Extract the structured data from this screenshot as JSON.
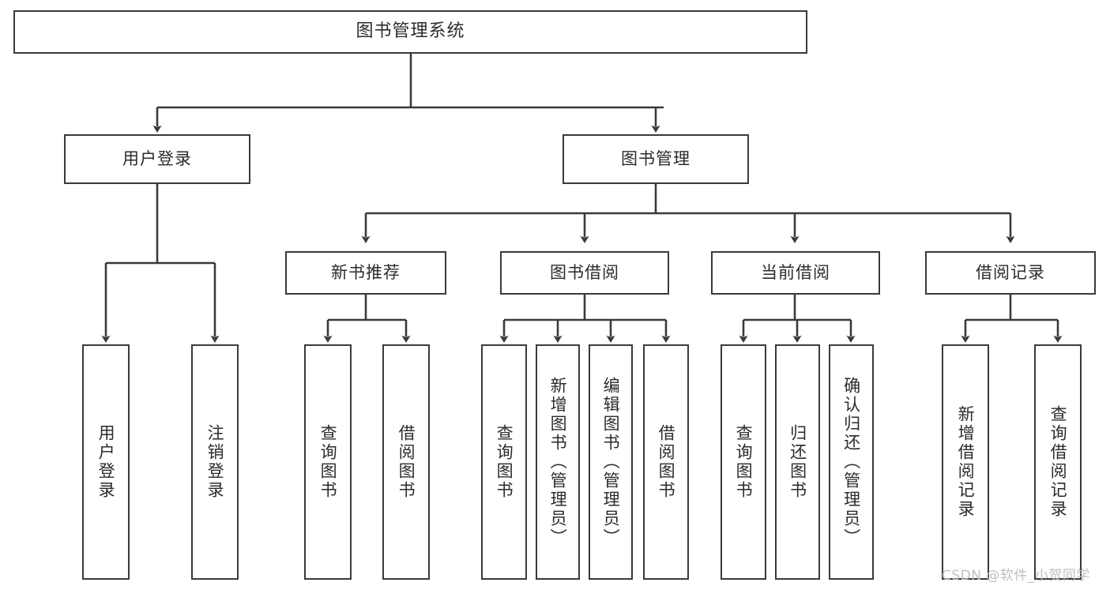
{
  "diagram": {
    "type": "tree-hierarchy",
    "title": "图书管理系统",
    "watermark": "CSDN @软件_小贺同学",
    "colors": {
      "stroke": "#3a3a3a",
      "fill": "#ffffff",
      "text": "#2b2b2b",
      "watermark": "#bfbfbf"
    },
    "nodes": {
      "root": {
        "label": "图书管理系统",
        "level": 1
      },
      "user_login": {
        "label": "用户登录",
        "level": 2
      },
      "book_manage": {
        "label": "图书管理",
        "level": 2
      },
      "new_book_rec": {
        "label": "新书推荐",
        "level": 3
      },
      "book_borrow": {
        "label": "图书借阅",
        "level": 3
      },
      "current_borrow": {
        "label": "当前借阅",
        "level": 3
      },
      "borrow_record": {
        "label": "借阅记录",
        "level": 3
      },
      "leaf_user_login": {
        "label": "用户登录",
        "level": 4
      },
      "leaf_logout": {
        "label": "注销登录",
        "level": 4
      },
      "leaf_query_book_1": {
        "label": "查询图书",
        "level": 4
      },
      "leaf_borrow_book_1": {
        "label": "借阅图书",
        "level": 4
      },
      "leaf_query_book_2": {
        "label": "查询图书",
        "level": 4
      },
      "leaf_add_book": {
        "label": "新增图书（管理员）",
        "level": 4
      },
      "leaf_edit_book": {
        "label": "编辑图书（管理员）",
        "level": 4
      },
      "leaf_borrow_book_2": {
        "label": "借阅图书",
        "level": 4
      },
      "leaf_query_book_3": {
        "label": "查询图书",
        "level": 4
      },
      "leaf_return_book": {
        "label": "归还图书",
        "level": 4
      },
      "leaf_confirm_return": {
        "label": "确认归还（管理员）",
        "level": 4
      },
      "leaf_add_record": {
        "label": "新增借阅记录",
        "level": 4
      },
      "leaf_query_record": {
        "label": "查询借阅记录",
        "level": 4
      }
    },
    "edges": [
      {
        "from": "root",
        "to": "user_login"
      },
      {
        "from": "root",
        "to": "book_manage"
      },
      {
        "from": "user_login",
        "to": "leaf_user_login"
      },
      {
        "from": "user_login",
        "to": "leaf_logout"
      },
      {
        "from": "book_manage",
        "to": "new_book_rec"
      },
      {
        "from": "book_manage",
        "to": "book_borrow"
      },
      {
        "from": "book_manage",
        "to": "current_borrow"
      },
      {
        "from": "book_manage",
        "to": "borrow_record"
      },
      {
        "from": "new_book_rec",
        "to": "leaf_query_book_1"
      },
      {
        "from": "new_book_rec",
        "to": "leaf_borrow_book_1"
      },
      {
        "from": "book_borrow",
        "to": "leaf_query_book_2"
      },
      {
        "from": "book_borrow",
        "to": "leaf_add_book"
      },
      {
        "from": "book_borrow",
        "to": "leaf_edit_book"
      },
      {
        "from": "book_borrow",
        "to": "leaf_borrow_book_2"
      },
      {
        "from": "current_borrow",
        "to": "leaf_query_book_3"
      },
      {
        "from": "current_borrow",
        "to": "leaf_return_book"
      },
      {
        "from": "current_borrow",
        "to": "leaf_confirm_return"
      },
      {
        "from": "borrow_record",
        "to": "leaf_add_record"
      },
      {
        "from": "borrow_record",
        "to": "leaf_query_record"
      }
    ]
  }
}
